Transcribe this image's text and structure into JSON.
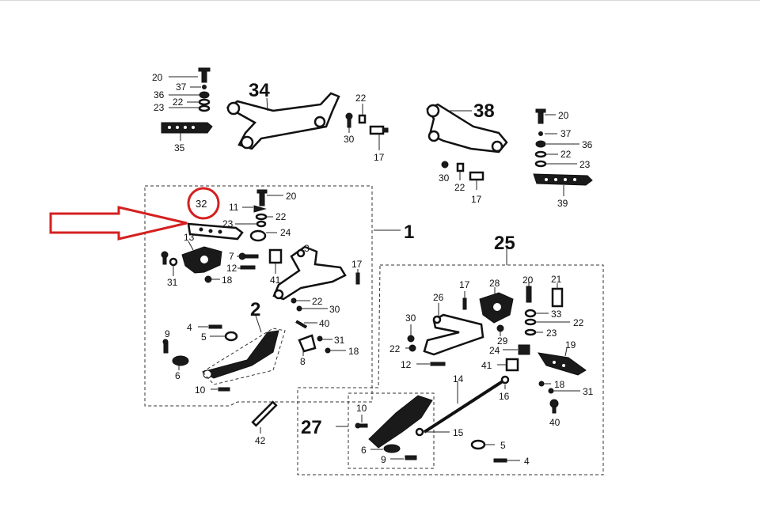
{
  "labels": {
    "l20a": "20",
    "l37a": "37",
    "l36a": "36",
    "l22a": "22",
    "l23a": "23",
    "l35": "35",
    "l34": "34",
    "l22b": "22",
    "l30a": "30",
    "l17a": "17",
    "l38": "38",
    "l30b": "30",
    "l22c": "22",
    "l17b": "17",
    "l20b": "20",
    "l37b": "37",
    "l36b": "36",
    "l22d": "22",
    "l23b": "23",
    "l39": "39",
    "l32": "32",
    "l20c": "20",
    "l11": "11",
    "l22e": "22",
    "l23c": "23",
    "l24a": "24",
    "l1": "1",
    "l13": "13",
    "l3": "3",
    "l7a": "7",
    "l12a": "12",
    "l17c": "17",
    "l31a": "31",
    "l18a": "18",
    "l41a": "41",
    "l22f": "22",
    "l30c": "30",
    "l2": "2",
    "l40a": "40",
    "l4a": "4",
    "l5a": "5",
    "l31b": "31",
    "l9a": "9",
    "l8": "8",
    "l18b": "18",
    "l6a": "6",
    "l10a": "10",
    "l42": "42",
    "l25": "25",
    "l17d": "17",
    "l28": "28",
    "l20d": "20",
    "l21": "21",
    "l26": "26",
    "l33": "33",
    "l22g": "22",
    "l30d": "30",
    "l23d": "23",
    "l22h": "22",
    "l29": "29",
    "l24b": "24",
    "l19": "19",
    "l12b": "12",
    "l41b": "41",
    "l14": "14",
    "l18c": "18",
    "l31c": "31",
    "l16": "16",
    "l40b": "40",
    "l27": "27",
    "l10b": "10",
    "l15": "15",
    "l5b": "5",
    "l6b": "6",
    "l9b": "9",
    "l4b": "4"
  },
  "colors": {
    "highlight": "#d42020",
    "ink": "#1a1a1a",
    "background": "#ffffff"
  }
}
